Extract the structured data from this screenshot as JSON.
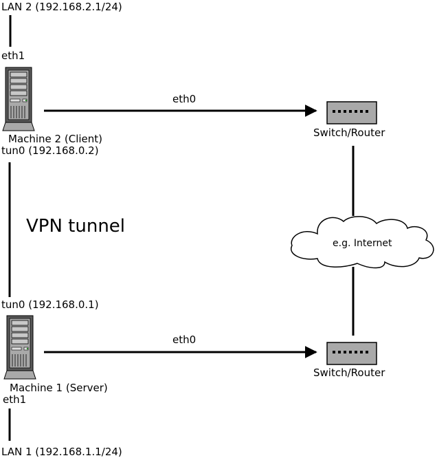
{
  "labels": {
    "lan2": "LAN 2 (192.168.2.1/24)",
    "m2_eth1": "eth1",
    "m2_eth0": "eth0",
    "m2_name": "Machine 2 (Client)",
    "m2_tun0": "tun0 (192.168.0.2)",
    "vpn": "VPN tunnel",
    "m1_tun0": "tun0 (192.168.0.1)",
    "m1_eth0": "eth0",
    "m1_name": "Machine 1 (Server)",
    "m1_eth1": "eth1",
    "lan1": "LAN 1 (192.168.1.1/24)",
    "router_top": "Switch/Router",
    "router_bottom": "Switch/Router",
    "internet": "e.g. Internet"
  },
  "icons": {
    "server": "server-tower-icon",
    "router": "switch-router-icon",
    "cloud": "cloud-icon"
  },
  "colors": {
    "device_fill": "#a9a9a9",
    "device_dark": "#595959",
    "line": "#000000",
    "background": "#ffffff"
  }
}
